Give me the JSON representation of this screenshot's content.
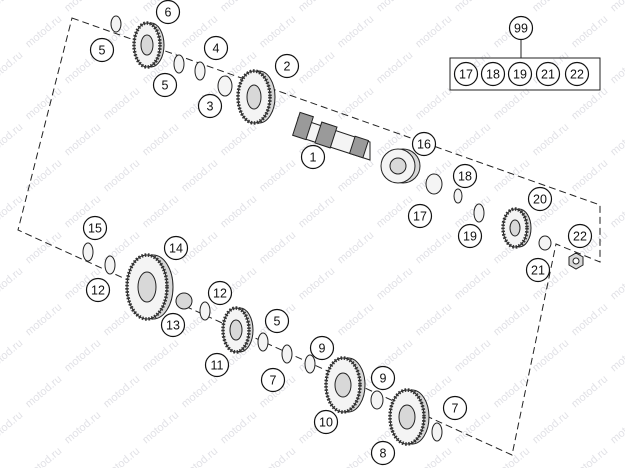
{
  "diagram": {
    "watermark_text": "motod.ru",
    "callouts": {
      "c1": "1",
      "c2": "2",
      "c3": "3",
      "c4": "4",
      "c5a": "5",
      "c5b": "5",
      "c5c": "5",
      "c6": "6",
      "c7a": "7",
      "c7b": "7",
      "c8": "8",
      "c9a": "9",
      "c9b": "9",
      "c10": "10",
      "c11": "11",
      "c12a": "12",
      "c12b": "12",
      "c13": "13",
      "c14": "14",
      "c15": "15",
      "c16": "16",
      "c17a": "17",
      "c17b": "17",
      "c18a": "18",
      "c18b": "18",
      "c19a": "19",
      "c19b": "19",
      "c20": "20",
      "c21a": "21",
      "c21b": "21",
      "c22a": "22",
      "c22b": "22",
      "c99": "99"
    }
  }
}
